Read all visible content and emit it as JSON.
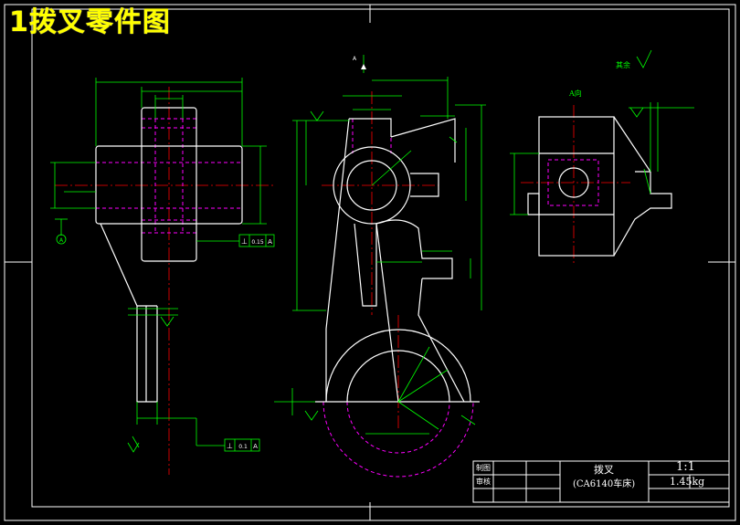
{
  "title": "1拨叉零件图",
  "title_block": {
    "part_name": "拨叉",
    "machine_code": "(CA6140车床)",
    "scale": "1:1",
    "mass": "1.45kg",
    "row1_label": "制图",
    "row2_label": "审核"
  },
  "view_label_a": "A向",
  "arrow_label": "A",
  "roughness_note": "其余",
  "tolerance_frames": [
    {
      "symbol": "⊥",
      "value": "0.15",
      "datum": "A"
    },
    {
      "symbol": "⊥",
      "value": "0.1",
      "datum": "A"
    }
  ],
  "datum_label": "A",
  "colors": {
    "outline": "#ffffff",
    "dimension": "#00ff00",
    "hidden": "#ff00ff",
    "center": "#ff0000",
    "title": "#ffff00"
  }
}
